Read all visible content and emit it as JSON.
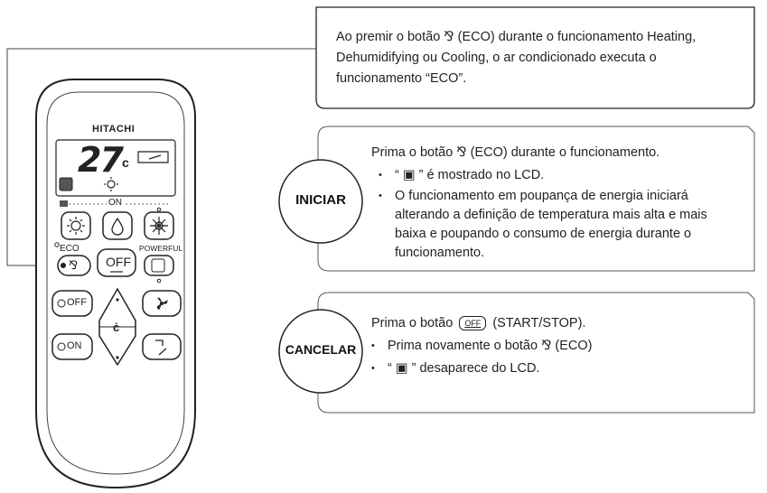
{
  "intro": {
    "text": "Ao premir o botão ⅋ (ECO) durante o funcionamento Heating, Dehumidifying ou Cooling, o ar condicionado executa o funcionamento “ECO”."
  },
  "remote": {
    "brand": "HITACHI",
    "display_temp": "27",
    "temp_unit": "c",
    "on_label": "ON",
    "eco_label": "ECO",
    "off_label": "OFF",
    "powerful_label": "POWERFUL",
    "off_timer_label": "OFF",
    "on_timer_label": "ON",
    "center_label": "ċ"
  },
  "iniciar": {
    "label": "INICIAR",
    "heading": "Prima o botão ⅋ (ECO) durante o funcionamento.",
    "bullets": [
      "“ ▣ ” é mostrado no LCD.",
      "O funcionamento em poupança de energia iniciará alterando a definição de temperatura mais alta e mais baixa e poupando o consumo de energia durante o funcionamento."
    ]
  },
  "cancelar": {
    "label": "CANCELAR",
    "heading_pre": "Prima o botão",
    "heading_btn": "OFF",
    "heading_post": "(START/STOP).",
    "bullets": [
      "Prima novamente o botão ⅋ (ECO)",
      "“ ▣ ” desaparece do LCD."
    ]
  }
}
